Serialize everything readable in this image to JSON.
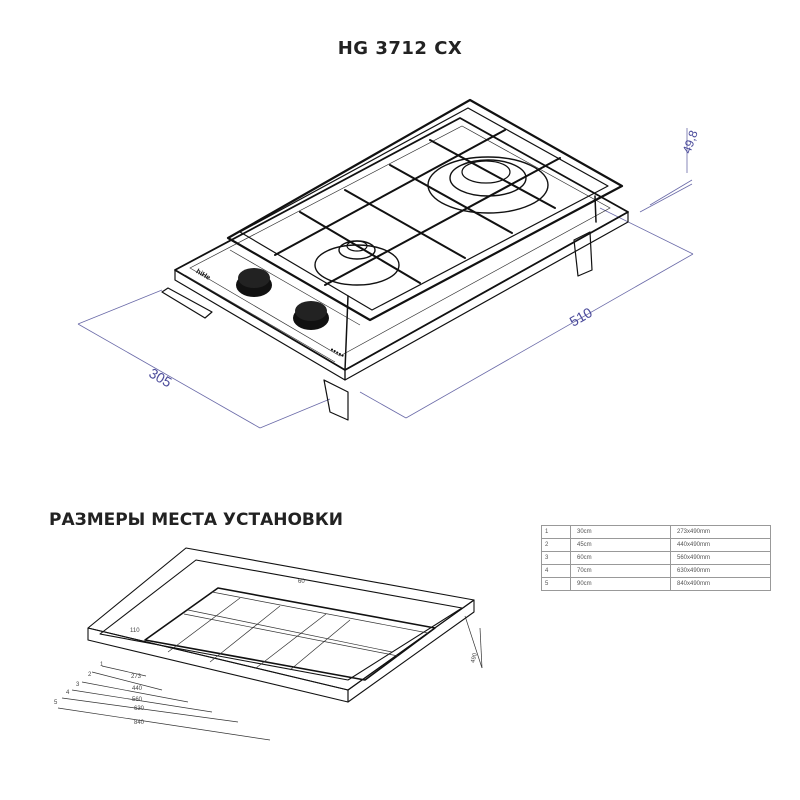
{
  "header": {
    "title": "HG 3712 CX"
  },
  "product_dimensions": {
    "depth": "305",
    "width": "510",
    "height": "49,8"
  },
  "control_labels": {
    "logo_left": "hiHe",
    "logo_front": "●●●●●"
  },
  "installation": {
    "title": "РАЗМЕРЫ МЕСТА УСТАНОВКИ",
    "dims": {
      "top": "60",
      "left": "110",
      "depth": "490"
    },
    "width_lines": [
      {
        "index": "1",
        "value": "273"
      },
      {
        "index": "2",
        "value": "440"
      },
      {
        "index": "3",
        "value": "560"
      },
      {
        "index": "4",
        "value": "630"
      },
      {
        "index": "5",
        "value": "840"
      }
    ]
  },
  "sizes_table": {
    "rows": [
      {
        "n": "1",
        "width": "30cm",
        "size": "273x490mm"
      },
      {
        "n": "2",
        "width": "45cm",
        "size": "440x490mm"
      },
      {
        "n": "3",
        "width": "60cm",
        "size": "560x490mm"
      },
      {
        "n": "4",
        "width": "70cm",
        "size": "630x490mm"
      },
      {
        "n": "5",
        "width": "90cm",
        "size": "840x490mm"
      }
    ]
  }
}
